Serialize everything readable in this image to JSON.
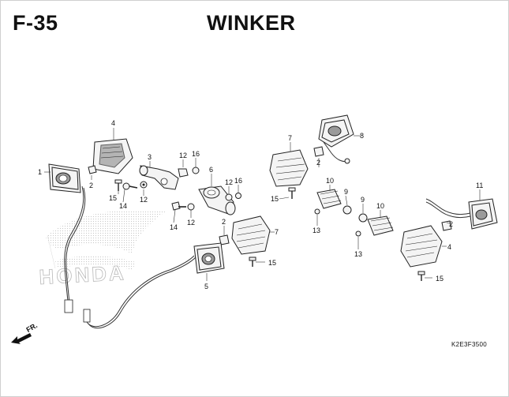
{
  "header": {
    "section_code": "F-35",
    "title": "WINKER"
  },
  "footer": {
    "catalog_code": "K2E3F3500"
  },
  "direction_marker": {
    "label": "FR.",
    "icon": "front-direction-arrow-icon"
  },
  "watermark": {
    "brand": "HONDA",
    "icon": "honda-wing-logo-icon"
  },
  "callouts": [
    {
      "id": "c1",
      "label": "1"
    },
    {
      "id": "c2a",
      "label": "2"
    },
    {
      "id": "c3",
      "label": "3"
    },
    {
      "id": "c4a",
      "label": "4"
    },
    {
      "id": "c5",
      "label": "5"
    },
    {
      "id": "c6",
      "label": "6"
    },
    {
      "id": "c7a",
      "label": "7"
    },
    {
      "id": "c7b",
      "label": "7"
    },
    {
      "id": "c8",
      "label": "8"
    },
    {
      "id": "c9a",
      "label": "9"
    },
    {
      "id": "c9b",
      "label": "9"
    },
    {
      "id": "c10a",
      "label": "10"
    },
    {
      "id": "c10b",
      "label": "10"
    },
    {
      "id": "c11",
      "label": "11"
    },
    {
      "id": "c12a",
      "label": "12"
    },
    {
      "id": "c12b",
      "label": "12"
    },
    {
      "id": "c12c",
      "label": "12"
    },
    {
      "id": "c12d",
      "label": "12"
    },
    {
      "id": "c13a",
      "label": "13"
    },
    {
      "id": "c13b",
      "label": "13"
    },
    {
      "id": "c14a",
      "label": "14"
    },
    {
      "id": "c14b",
      "label": "14"
    },
    {
      "id": "c15a",
      "label": "15"
    },
    {
      "id": "c15b",
      "label": "15"
    },
    {
      "id": "c15c",
      "label": "15"
    },
    {
      "id": "c15d",
      "label": "15"
    },
    {
      "id": "c16a",
      "label": "16"
    },
    {
      "id": "c16b",
      "label": "16"
    },
    {
      "id": "c2b",
      "label": "2"
    },
    {
      "id": "c2c",
      "label": "2"
    },
    {
      "id": "c2d",
      "label": "2"
    },
    {
      "id": "c4b",
      "label": "4"
    }
  ],
  "colors": {
    "line": "#222222",
    "watermark": "#b0b0b0",
    "background": "#ffffff"
  }
}
